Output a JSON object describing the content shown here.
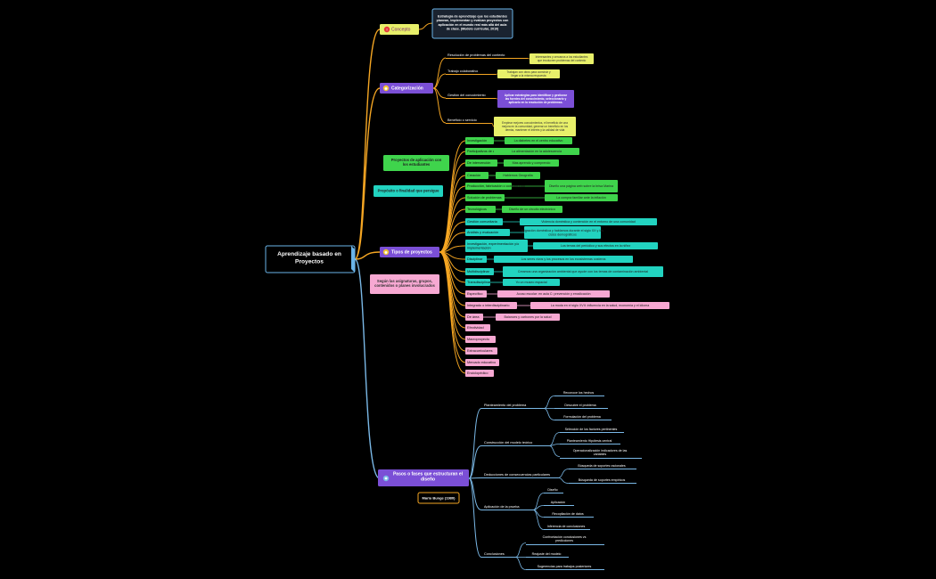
{
  "root": "Aprendizaje basado en Proyectos",
  "concept": {
    "label": "Concepto",
    "definition": "Estrategia de aprendizaje que los estudiantes planean, implementan y evalúan proyectos con aplicación en el mundo real más allá del aula de clase. (Modelo curricular, 2010)"
  },
  "categorization": {
    "label": "Categorización",
    "items": [
      {
        "label": "Resolución de problemas del contexto",
        "note": "Interesantes y cercanos a los estudiantes que involucren problemas del contexto"
      },
      {
        "label": "Trabajo colaborativo",
        "note": "Trabajan con otros para construir y llegar a la misma respuesta"
      },
      {
        "label": "Gestión del conocimiento",
        "note": "Aplicar estrategias para identificar y gestionar las fuentes del conocimiento, seleccionarlo y aplicarlo en la resolución de problemas."
      },
      {
        "label": "Beneficio o servicio",
        "note": "Emplear mejores conocimientos, el beneficio de una mejora en la comunidad, generar un beneficio en los demás, mantener el interés y la calidad de vida"
      }
    ]
  },
  "application_purpose": "Proyectos de aplicación con los estudiantes",
  "purpose_label": "Propósito o finalidad que persigue",
  "types": {
    "label": "Tipos de proyectos",
    "purpose_items": [
      {
        "label": "Investigación",
        "example": "La diabetes en el centro educativo"
      },
      {
        "label": "Participativos de aula (PPA)",
        "example": "La alimentación en la adolescencia"
      },
      {
        "label": "De intervención",
        "example": "Mas aprendo y comprendo"
      },
      {
        "label": "Creación",
        "example": "Hablemos Geografía"
      },
      {
        "label": "Producción, fabricación o construcción",
        "example": "Diseño una página web sobre la brisa Marina"
      },
      {
        "label": "Solución de problemas",
        "example": "La compra familiar ante la inflación"
      },
      {
        "label": "Tecnológicos",
        "example": "Diseño de un circuito electrónico"
      },
      {
        "label": "Gestión comunitaria",
        "example": "Violencia doméstica y contención en el entorno de una comunidad"
      },
      {
        "label": "Análisis y evaluación",
        "example": "Migración doméstica y hablamos durante el siglo XX y los ciclos demográficos"
      },
      {
        "label": "Investigación, experimentación y/o implementación",
        "example": "Los temas del periódico y sus efectos en la niñez"
      }
    ],
    "grouping_label": "Según las asignaturas, grupos, contenidos o planes involucrados",
    "grouping_items": [
      {
        "label": "Disciplinar",
        "example": "Los seres vivos y los procesos en los ecosistemas costeros"
      },
      {
        "label": "Multidisciplinar",
        "example": "Creamos una organización ambiental que ayude con los temas de contaminación ambiental"
      },
      {
        "label": "Transdisciplinar",
        "example": "Yo un museo espacial"
      },
      {
        "label": "Específico",
        "example": "Acoso escolar: en aula C: prevención y erradicación"
      },
      {
        "label": "Integrado o interdisciplinario",
        "example": "La moda en el siglo XVII: influencia en la salud, economía y el idioma"
      },
      {
        "label": "De área",
        "example": "Balances y carbones por la salud"
      },
      {
        "label": "Efectividad",
        "example": ""
      },
      {
        "label": "Macroproyecto",
        "example": ""
      },
      {
        "label": "Extracurriculares",
        "example": ""
      },
      {
        "label": "Mercado educativo",
        "example": ""
      },
      {
        "label": "Enciclopédico",
        "example": ""
      }
    ]
  },
  "phases": {
    "label": "Pasos o fases que estructuran el diseño",
    "author": "Mario Bunge (1980)",
    "items": [
      {
        "label": "Planteamiento del problema",
        "children": [
          "Reconoce los hechos",
          "Descubre el problema",
          "Formulación del problema"
        ]
      },
      {
        "label": "Construcción del modelo teórico",
        "children": [
          "Selección de los factores pertinentes",
          "Planteamiento Hipótesis central",
          "Operacionalización indicadores de las variables"
        ]
      },
      {
        "label": "Deducciones de consecuencias particulares",
        "children": [
          "Búsqueda de soportes racionales",
          "Búsqueda de soportes empíricos"
        ]
      },
      {
        "label": "Aplicación de la prueba",
        "children": [
          "Diseño",
          "Aplicación",
          "Recopilación de datos",
          "Inferencia de conclusiones"
        ]
      },
      {
        "label": "Conclusiones",
        "children": [
          "Confrontación conclusiones vs predicciones",
          "Reajuste del modelo",
          "Sugerencias para trabajos posteriores"
        ]
      }
    ]
  },
  "colors": {
    "background": "#000000",
    "orange_branch": "#f5a623",
    "blue_branch": "#7ab8e6",
    "purple_node": "#7b4fd6",
    "yellow_node": "#e8f06a",
    "green_node": "#3fd44c",
    "cyan_node": "#22d3c0",
    "pink_node": "#f7a8d2",
    "purpose_pink": "#ff6fa8",
    "root_border": "#6ab4e8"
  }
}
